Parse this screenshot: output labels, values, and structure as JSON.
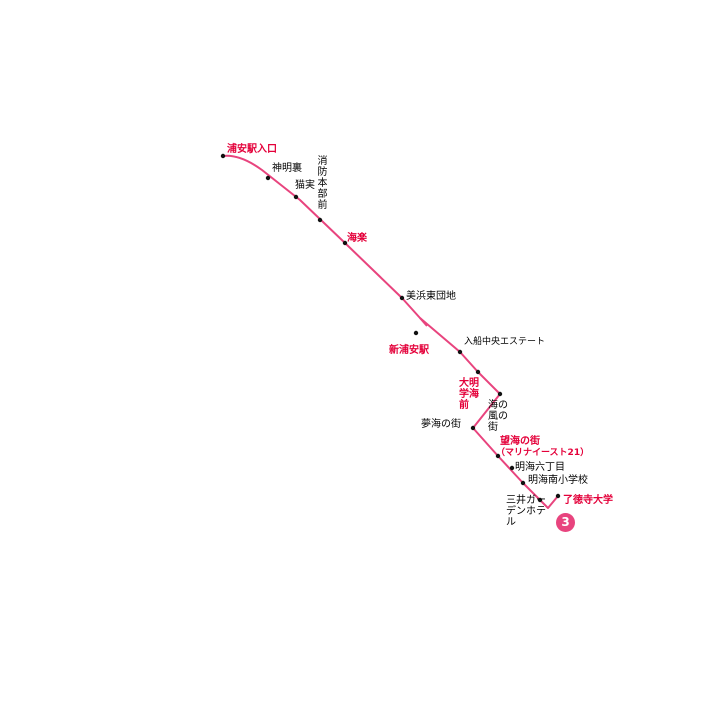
{
  "route": {
    "number": "3",
    "line_color": "#e8447e",
    "major_color": "#e4003a",
    "badge_color": "#e8447e"
  },
  "stops": [
    {
      "id": "urayasu_iriguchi",
      "name": "浦安駅入口",
      "major": true
    },
    {
      "id": "shinmeiura",
      "name": "神明裏",
      "major": false
    },
    {
      "id": "nekozane",
      "name": "猫実",
      "major": false
    },
    {
      "id": "shobo_honbu",
      "name": "消防本部前",
      "major": false
    },
    {
      "id": "kairaku",
      "name": "海楽",
      "major": true
    },
    {
      "id": "mihama_higashi",
      "name": "美浜東団地",
      "major": false
    },
    {
      "id": "shin_urayasu",
      "name": "新浦安駅",
      "major": true
    },
    {
      "id": "irifune_chuo",
      "name": "入船中央エステート",
      "major": false
    },
    {
      "id": "daimei_gakkai",
      "name": "大明学海前",
      "major": true
    },
    {
      "id": "umi_no_kaze",
      "name": "海の風の街",
      "major": false
    },
    {
      "id": "yume_umi",
      "name": "夢海の街",
      "major": false
    },
    {
      "id": "bokai_no_machi",
      "name": "望海の街",
      "major": true,
      "sub": "（マリナイースト21）"
    },
    {
      "id": "meikai_6",
      "name": "明海六丁目",
      "major": false
    },
    {
      "id": "meikai_minami",
      "name": "明海南小学校",
      "major": false
    },
    {
      "id": "mitsui_garden",
      "name": "三井ガーデンホテル",
      "major": false
    },
    {
      "id": "ryotokuji",
      "name": "了徳寺大学",
      "major": true
    }
  ]
}
